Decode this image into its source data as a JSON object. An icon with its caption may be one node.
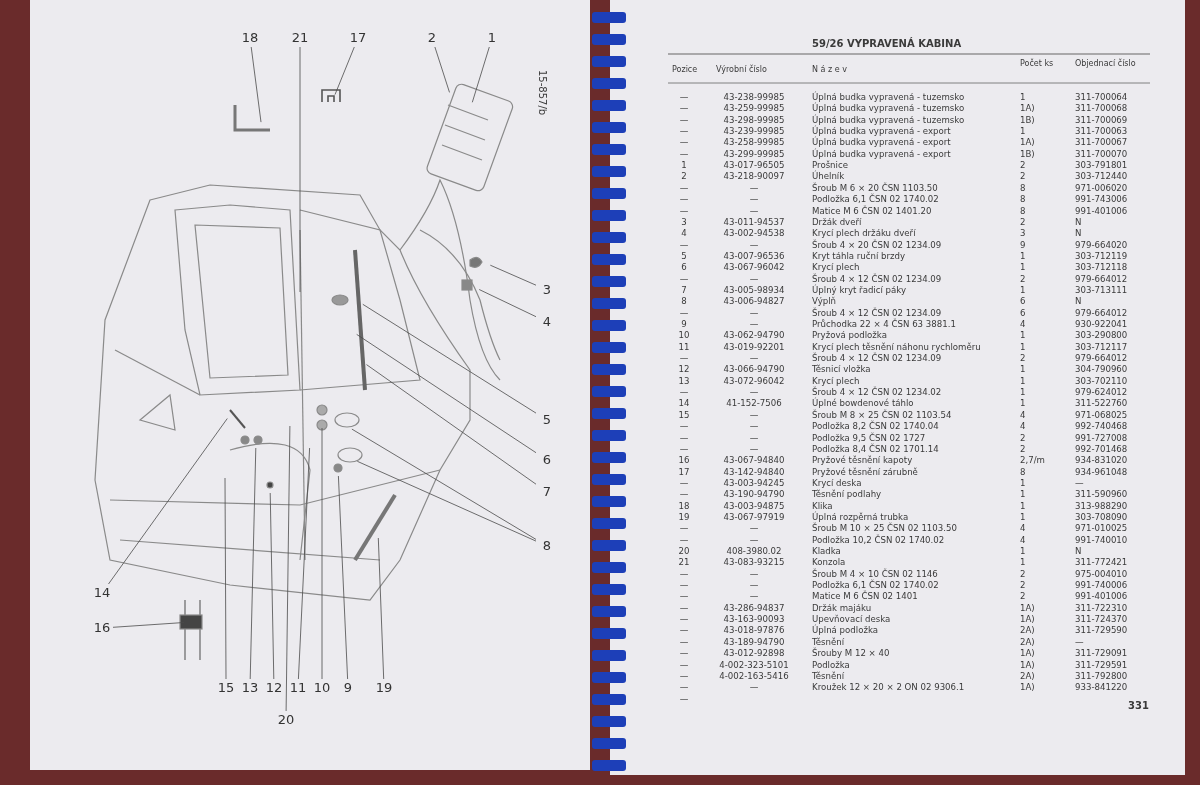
{
  "diagram": {
    "title": "59/26 VYPRAVENÁ KABINA",
    "nodes": [
      {
        "text": [
          "1"
        ]
      },
      {
        "text": [
          "2"
        ]
      },
      {
        "text": [
          "3"
        ]
      },
      {
        "text": [
          "4"
        ]
      },
      {
        "text": [
          "5"
        ]
      },
      {
        "text": [
          "6"
        ]
      },
      {
        "text": [
          "7"
        ]
      },
      {
        "text": [
          "8"
        ]
      },
      {
        "text": [
          "9"
        ]
      },
      {
        "text": [
          "10"
        ]
      },
      {
        "text": [
          "11"
        ]
      },
      {
        "text": [
          "12"
        ]
      },
      {
        "text": [
          "13"
        ]
      },
      {
        "text": [
          "14"
        ]
      },
      {
        "text": [
          "15"
        ]
      },
      {
        "text": [
          "16"
        ]
      },
      {
        "text": [
          "17"
        ]
      },
      {
        "text": [
          "18"
        ]
      },
      {
        "text": [
          "19"
        ]
      },
      {
        "text": [
          "20"
        ]
      },
      {
        "text": [
          "21"
        ]
      }
    ],
    "edges": [
      {
        "from": 0,
        "to": null,
        "arrow": "none"
      },
      {
        "from": 1,
        "to": null,
        "arrow": "none"
      },
      {
        "from": 2,
        "to": null,
        "arrow": "none"
      },
      {
        "from": 3,
        "to": null,
        "arrow": "none"
      },
      {
        "from": 4,
        "to": null,
        "arrow": "none"
      },
      {
        "from": 5,
        "to": null,
        "arrow": "none"
      },
      {
        "from": 6,
        "to": null,
        "arrow": "none"
      },
      {
        "from": 7,
        "to": null,
        "arrow": "none"
      },
      {
        "from": 7,
        "to": null,
        "arrow": "none"
      },
      {
        "from": 8,
        "to": null,
        "arrow": "none"
      },
      {
        "from": 9,
        "to": null,
        "arrow": "none"
      },
      {
        "from": 10,
        "to": null,
        "arrow": "none"
      },
      {
        "from": 11,
        "to": null,
        "arrow": "none"
      },
      {
        "from": 12,
        "to": null,
        "arrow": "none"
      },
      {
        "from": 13,
        "to": null,
        "arrow": "none"
      },
      {
        "from": 14,
        "to": null,
        "arrow": "none"
      },
      {
        "from": 15,
        "to": null,
        "arrow": "none"
      },
      {
        "from": 16,
        "to": null,
        "arrow": "none"
      },
      {
        "from": 17,
        "to": null,
        "arrow": "none"
      },
      {
        "from": 18,
        "to": null,
        "arrow": "none"
      },
      {
        "from": 19,
        "to": null,
        "arrow": "none"
      },
      {
        "from": 20,
        "to": null,
        "arrow": "none"
      }
    ],
    "labels": [
      "15-857/b",
      "Pozice",
      "Výrobní číslo",
      "N á z e v",
      "Počet ks",
      "Objednací číslo",
      "—",
      "43-238-99985",
      "Úplná budka vypravená - tuzemsko",
      "1",
      "311-700064",
      "—",
      "43-259-99985",
      "Úplná budka vypravená - tuzemsko",
      "1A)",
      "311-700068",
      "—",
      "43-298-99985",
      "Úplná budka vypravená - tuzemsko",
      "1B)",
      "311-700069",
      "—",
      "43-239-99985",
      "Úplná budka vypravená - export",
      "1",
      "311-700063",
      "—",
      "43-258-99985",
      "Úplná budka vypravená - export",
      "1A)",
      "311-700067",
      "—",
      "43-299-99985",
      "Úplná budka vypravená - export",
      "1B)",
      "311-700070",
      "1",
      "43-017-96505",
      "Prošnice",
      "2",
      "303-791801",
      "2",
      "43-218-90097",
      "Úhelník",
      "2",
      "303-712440",
      "—",
      "—",
      "Šroub M 6 × 20 ČSN 1103.50",
      "8",
      "971-006020",
      "—",
      "—",
      "Podložka 6,1 ČSN 02 1740.02",
      "8",
      "991-743006",
      "—",
      "—",
      "Matice M 6 ČSN 02 1401.20",
      "8",
      "991-401006",
      "3",
      "43-011-94537",
      "Držák dveří",
      "2",
      "N",
      "4",
      "43-002-94538",
      "Krycí plech držáku dveří",
      "3",
      "N",
      "—",
      "—",
      "Šroub 4 × 20 ČSN 02 1234.09",
      "9",
      "979-664020",
      "5",
      "43-007-96536",
      "Kryt táhla ruční brzdy",
      "1",
      "303-712119",
      "6",
      "43-067-96042",
      "Krycí plech",
      "1",
      "303-712118",
      "—",
      "—",
      "Šroub 4 × 12 ČSN 02 1234.09",
      "2",
      "979-664012",
      "7",
      "43-005-98934",
      "Úplný kryt řadicí páky",
      "1",
      "303-713111",
      "8",
      "43-006-94827",
      "Výplň",
      "6",
      "N",
      "—",
      "—",
      "Šroub 4 × 12 ČSN 02 1234.09",
      "6",
      "979-664012",
      "9",
      "—",
      "Průchodka 22 × 4 ČSN 63 3881.1",
      "4",
      "930-922041",
      "10",
      "43-062-94790",
      "Pryžová podložka",
      "1",
      "303-290800",
      "11",
      "43-019-92201",
      "Krycí plech těsnění náhonu rychloměru",
      "1",
      "303-712117",
      "—",
      "—",
      "Šroub 4 × 12 ČSN 02 1234.09",
      "2",
      "979-664012",
      "12",
      "43-066-94790",
      "Těsnicí vložka",
      "1",
      "304-790960",
      "13",
      "43-072-96042",
      "Krycí plech",
      "1",
      "303-702110",
      "—",
      "—",
      "Šroub 4 × 12 ČSN 02 1234.02",
      "1",
      "979-624012",
      "14",
      "41-152-7506",
      "Úplné bowdenové táhlo",
      "1",
      "311-522760",
      "15",
      "—",
      "Šroub M 8 × 25 ČSN 02 1103.54",
      "4",
      "971-068025",
      "—",
      "—",
      "Podložka 8,2 ČSN 02 1740.04",
      "4",
      "992-740468",
      "—",
      "—",
      "Podložka 9,5 ČSN 02 1727",
      "2",
      "991-727008",
      "—",
      "—",
      "Podložka 8,4 ČSN 02 1701.14",
      "2",
      "992-701468",
      "16",
      "43-067-94840",
      "Pryžové těsnění kapoty",
      "2,7/m",
      "934-831020",
      "17",
      "43-142-94840",
      "Pryžové těsnění zárubně",
      "8",
      "934-961048",
      "—",
      "43-003-94245",
      "Krycí deska",
      "1",
      "—",
      "—",
      "43-190-94790",
      "Těsnění podlahy",
      "1",
      "311-590960",
      "18",
      "43-003-94875",
      "Klika",
      "1",
      "313-988290",
      "19",
      "43-067-97919",
      "Úplná rozpěrná trubka",
      "1",
      "303-708090",
      "—",
      "—",
      "Šroub M 10 × 25 ČSN 02 1103.50",
      "4",
      "971-010025",
      "—",
      "—",
      "Podložka 10,2 ČSN 02 1740.02",
      "4",
      "991-740010",
      "20",
      "408-3980.02",
      "Kladka",
      "1",
      "N",
      "21",
      "43-083-93215",
      "Konzola",
      "1",
      "311-772421",
      "—",
      "—",
      "Šroub M 4 × 10 ČSN 02 1146",
      "2",
      "975-004010",
      "—",
      "—",
      "Podložka 6,1 ČSN 02 1740.02",
      "2",
      "991-740006",
      "—",
      "—",
      "Matice M 6 ČSN 02 1401",
      "2",
      "991-401006",
      "—",
      "43-286-94837",
      "Držák majáku",
      "1A)",
      "311-722310",
      "—",
      "43-163-90093",
      "Upevňovací deska",
      "1A)",
      "311-724370",
      "—",
      "43-018-97876",
      "Úplná podložka",
      "2A)",
      "311-729590",
      "—",
      "43-189-94790",
      "Těsnění",
      "2A)",
      "—",
      "—",
      "43-012-92898",
      "Šrouby M 12 × 40",
      "1A)",
      "311-729091",
      "—",
      "4-002-323-5101",
      "Podložka",
      "1A)",
      "311-729591",
      "—",
      "4-002-163-5416",
      "Těsnění",
      "2A)",
      "311-792800",
      "—",
      "—",
      "Kroužek 12 × 20 × 2 ON 02 9306.1",
      "1A)",
      "933-841220",
      "—",
      "331"
    ]
  }
}
